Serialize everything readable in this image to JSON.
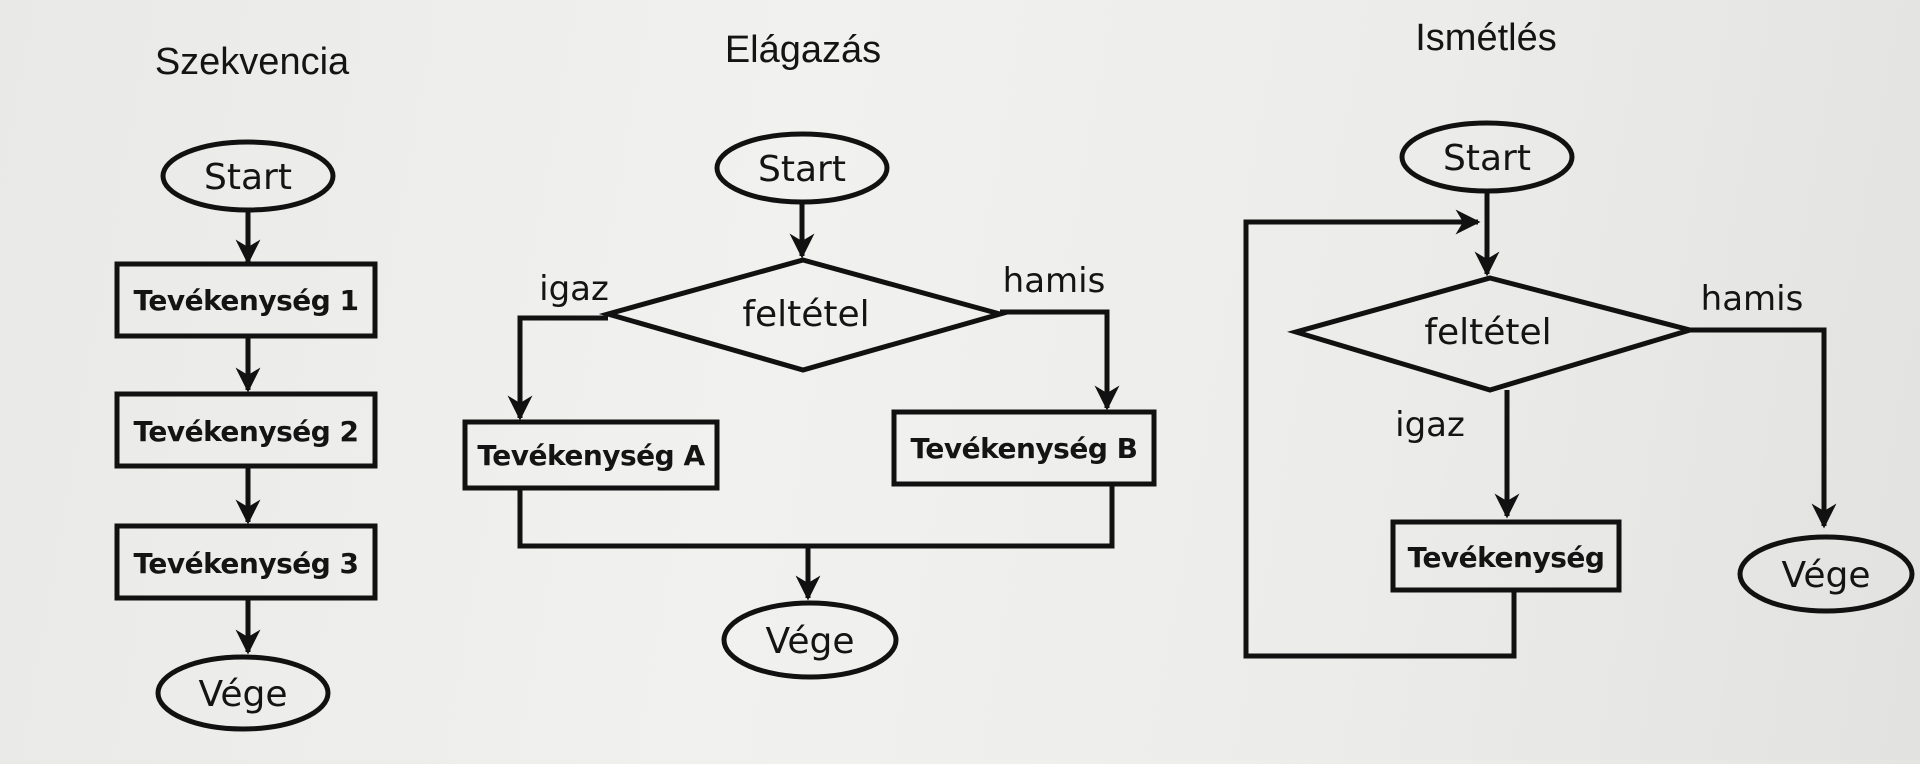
{
  "sequence": {
    "title": "Szekvencia",
    "start": "Start",
    "step1": "Tevékenység 1",
    "step2": "Tevékenység 2",
    "step3": "Tevékenység 3",
    "end": "Vége"
  },
  "branch": {
    "title": "Elágazás",
    "start": "Start",
    "condition": "feltétel",
    "true_label": "igaz",
    "false_label": "hamis",
    "action_a": "Tevékenység A",
    "action_b": "Tevékenység B",
    "end": "Vége"
  },
  "loop": {
    "title": "Ismétlés",
    "start": "Start",
    "condition": "feltétel",
    "true_label": "igaz",
    "false_label": "hamis",
    "action": "Tevékenység",
    "end": "Vége"
  }
}
